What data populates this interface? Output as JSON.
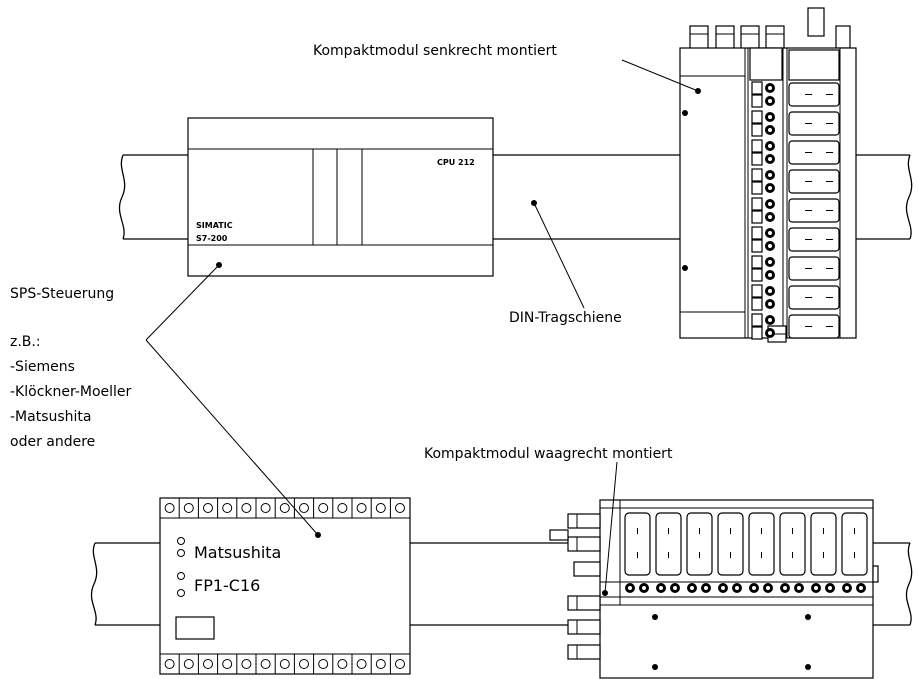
{
  "labels": {
    "compact_vertical": "Kompaktmodul senkrecht montiert",
    "compact_horizontal": "Kompaktmodul waagrecht montiert",
    "din_rail": "DIN-Tragschiene",
    "plc": "SPS-Steuerung",
    "eg": "z.B.:",
    "vendors": [
      "-Siemens",
      "-Klöckner-Moeller",
      "-Matsushita",
      "oder andere"
    ]
  },
  "s7200": {
    "model": "CPU 212",
    "brand_line1": "SIMATIC",
    "brand_line2": "S7-200"
  },
  "fp1": {
    "brand": "Matsushita",
    "model": "FP1-C16"
  }
}
